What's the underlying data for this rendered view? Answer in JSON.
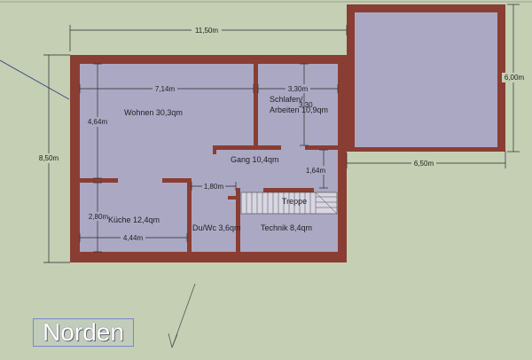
{
  "colors": {
    "ground": "#c4cfb4",
    "wall": "#8a3d33",
    "floor": "#aba8c4",
    "line": "#2a2a2a"
  },
  "rooms": {
    "wohnen": "Wohnen 30,3qm",
    "schlafen_1": "Schlafen/",
    "schlafen_2": "Arbeiten 10,9qm",
    "gang": "Gang 10,4qm",
    "treppe": "Treppe",
    "kueche": "Küche 12,4qm",
    "duwc": "Du/Wc 3,6qm",
    "technik": "Technik 8,4qm"
  },
  "dimensions": {
    "total_width": "11,50m",
    "garage_width": "6,50m",
    "garage_depth": "6,00m",
    "total_depth": "8,50m",
    "wohnen_width": "7,14m",
    "wohnen_depth": "4,64m",
    "schlafen_width": "3,30m",
    "schlafen_depth": "3,30",
    "gang_depth": "1,64m",
    "duwc_width": "1,80m",
    "kueche_depth": "2,80m",
    "kueche_width": "4,44m"
  },
  "compass_label": "Norden"
}
